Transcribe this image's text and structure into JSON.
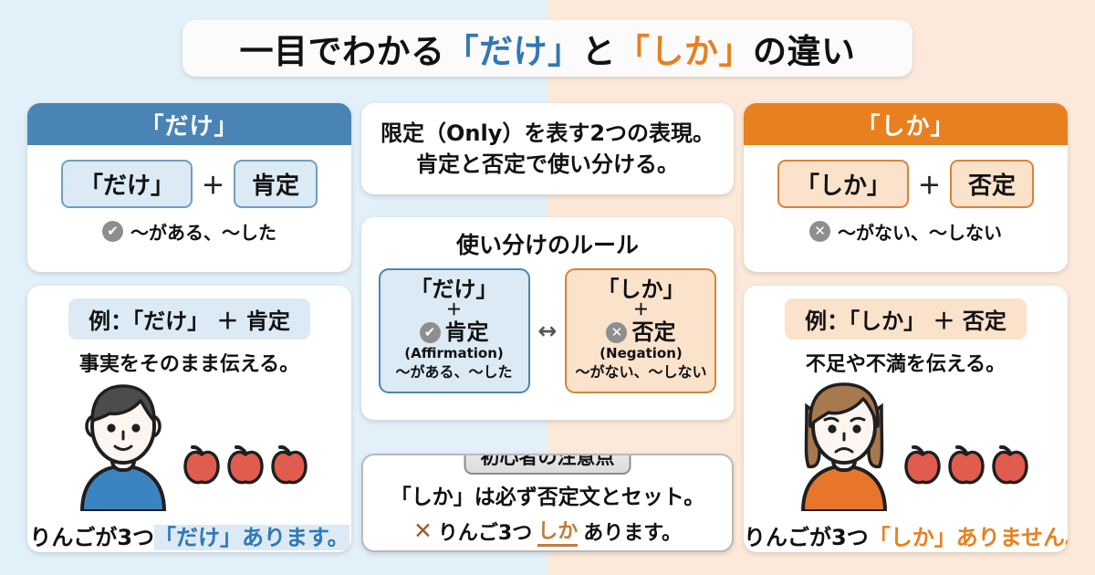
{
  "title": {
    "part1": "一目でわかる",
    "dake": "「だけ」",
    "mid": "と",
    "shika": "「しか」",
    "part2": "の違い"
  },
  "colors": {
    "blue_accent": "#4a84b5",
    "blue_text": "#2f78b5",
    "orange_accent": "#e8801f",
    "bg_left": "#e2f0f9",
    "bg_right": "#fce9d9",
    "apple_red": "#e05c4e",
    "boy_shirt": "#3a85c0",
    "girl_shirt": "#e8762a",
    "girl_hair": "#a8784f",
    "boy_hair": "#4c4c4c"
  },
  "left_card": {
    "header": "「だけ」",
    "chip_key": "「だけ」",
    "plus": "＋",
    "chip_value": "肯定",
    "icon": "check-circle-icon",
    "icon_glyph": "✔",
    "note": "〜がある、〜した"
  },
  "right_card": {
    "header": "「しか」",
    "chip_key": "「しか」",
    "plus": "＋",
    "chip_value": "否定",
    "icon": "cross-circle-icon",
    "icon_glyph": "✕",
    "note": "〜がない、〜しない"
  },
  "center_intro": {
    "line1": "限定（Only）を表す2つの表現。",
    "line2": "肯定と否定で使い分ける。"
  },
  "rules": {
    "title": "使い分けのルール",
    "swap_icon": "↔",
    "left": {
      "key": "「だけ」",
      "plus": "＋",
      "icon_glyph": "✔",
      "word": "肯定",
      "english": "(Affirmation)",
      "examples": "〜がある、〜した"
    },
    "right": {
      "key": "「しか」",
      "plus": "＋",
      "icon_glyph": "✕",
      "word": "否定",
      "english": "(Negation)",
      "examples": "〜がない、〜しない"
    }
  },
  "caution": {
    "badge": "初心者の注意点",
    "line1": "「しか」は必ず否定文とセット。",
    "x_mark": "✕",
    "line2_a": "りんご3つ",
    "line2_b": "しか",
    "line2_c": "あります。"
  },
  "left_example": {
    "chip": "例：「だけ」 ＋ 肯定",
    "subtitle": "事実をそのまま伝える。",
    "person": "smiling-boy-illustration",
    "apple_count": 3,
    "caption_plain": "りんごが3つ",
    "caption_highlight": "「だけ」あります。"
  },
  "right_example": {
    "chip": "例：「しか」 ＋ 否定",
    "subtitle": "不足や不満を伝える。",
    "person": "sad-girl-illustration",
    "apple_count": 3,
    "caption_plain": "りんごが3つ",
    "caption_highlight": "「しか」ありません。"
  }
}
